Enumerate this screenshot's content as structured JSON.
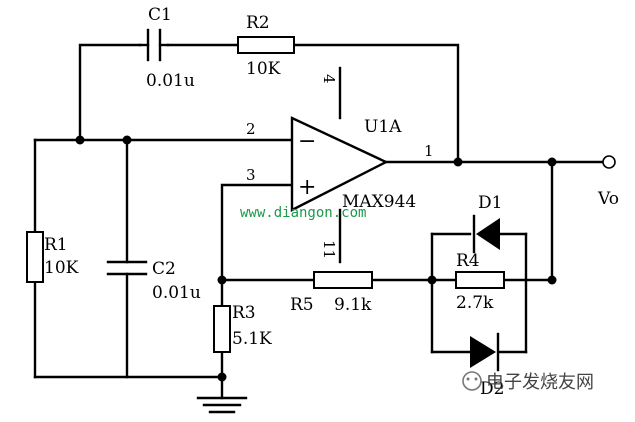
{
  "components": {
    "c1": {
      "ref": "C1",
      "value": "0.01u"
    },
    "r2": {
      "ref": "R2",
      "value": "10K"
    },
    "r1": {
      "ref": "R1",
      "value": "10K"
    },
    "c2": {
      "ref": "C2",
      "value": "0.01u"
    },
    "r3": {
      "ref": "R3",
      "value": "5.1K"
    },
    "r5": {
      "ref": "R5",
      "value": "9.1k"
    },
    "r4": {
      "ref": "R4",
      "value": "2.7k"
    },
    "d1": {
      "ref": "D1"
    },
    "d2": {
      "ref": "D2"
    },
    "opamp": {
      "ref": "U1A",
      "part": "MAX944",
      "minus_sign": "−",
      "plus_sign": "+",
      "pins": {
        "inv": "2",
        "noninv": "3",
        "out": "1",
        "vpos": "4",
        "vneg": "11"
      }
    }
  },
  "output_label": "Vo",
  "watermark": {
    "url": "www.diangon.com",
    "brand": "电子发烧友网"
  }
}
